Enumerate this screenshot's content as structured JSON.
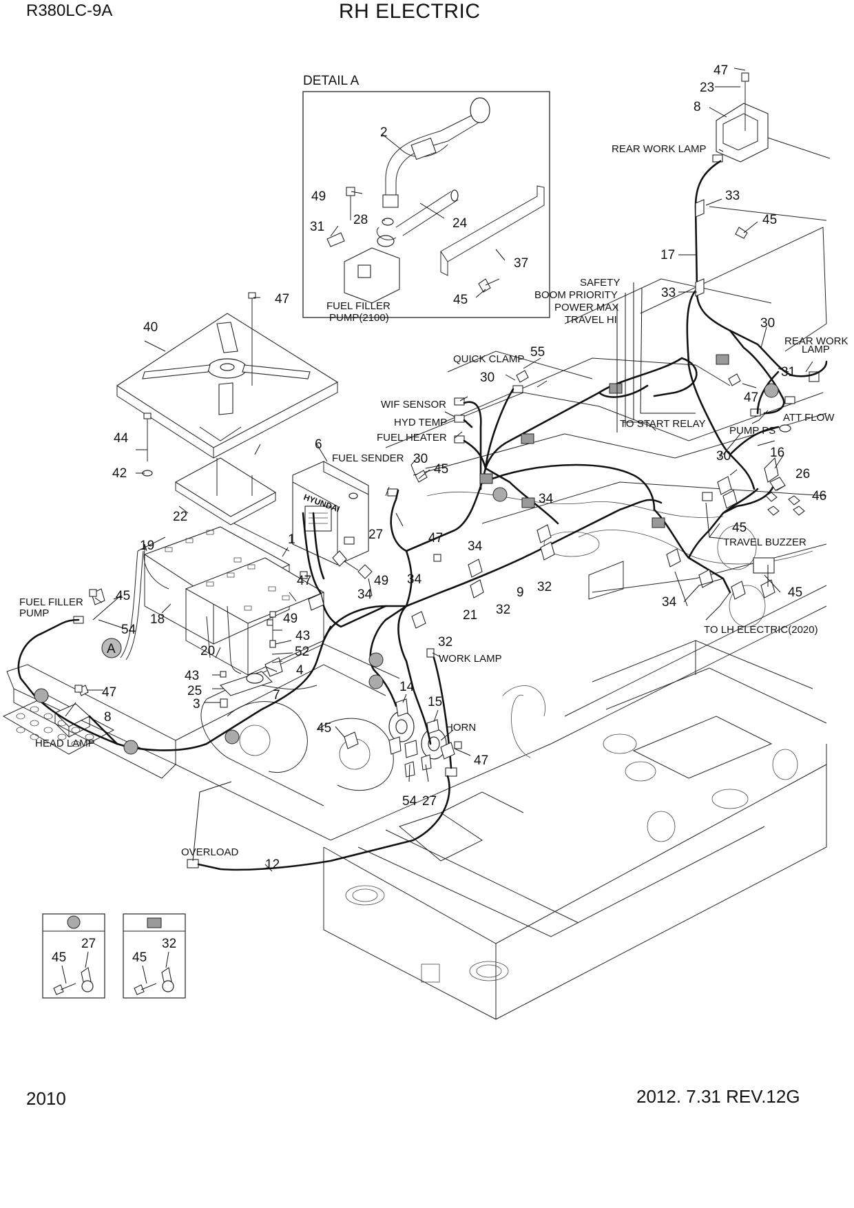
{
  "header": {
    "model": "R380LC-9A",
    "title": "RH ELECTRIC"
  },
  "footer": {
    "page_number": "2010",
    "revision": "2012. 7.31  REV.12G"
  },
  "detail_box": {
    "title": "DETAIL  A",
    "pump_label_1": "FUEL FILLER",
    "pump_label_2": "PUMP(2100)",
    "callouts": [
      "2",
      "49",
      "28",
      "24",
      "31",
      "37",
      "45"
    ]
  },
  "labels": {
    "rear_work_lamp": "REAR WORK LAMP",
    "safety": "SAFETY",
    "boom_priority": "BOOM PRIORITY",
    "power_max": "POWER MAX",
    "travel_hi": "TRAVEL HI",
    "rear_work_lamp_2a": "REAR WORK",
    "rear_work_lamp_2b": "LAMP",
    "quick_clamp": "QUICK CLAMP",
    "wif_sensor": "WIF SENSOR",
    "hyd_temp": "HYD TEMP",
    "fuel_heater": "FUEL HEATER",
    "to_start_relay": "TO START RELAY",
    "att_flow": "ATT FLOW",
    "pump_ps": "PUMP PS",
    "fuel_sender": "FUEL SENDER",
    "travel_buzzer": "TRAVEL BUZZER",
    "to_lh_electric": "TO LH ELECTRIC(2020)",
    "fuel_filler_pump_a": "FUEL FILLER",
    "fuel_filler_pump_b": "PUMP",
    "work_lamp": "WORK LAMP",
    "horn": "HORN",
    "head_lamp": "HEAD LAMP",
    "overload": "OVERLOAD",
    "detail_ref": "A"
  },
  "callouts": {
    "c47a": "47",
    "c23": "23",
    "c8a": "8",
    "c33a": "33",
    "c45a": "45",
    "c17": "17",
    "c33b": "33",
    "c30a": "30",
    "c31a": "31",
    "c47b": "47",
    "c47c": "47",
    "c40": "40",
    "c55": "55",
    "c30b": "30",
    "c44": "44",
    "c42": "42",
    "c22": "22",
    "c6": "6",
    "c30c": "30",
    "c45b": "45",
    "c16": "16",
    "c30d": "30",
    "c26": "26",
    "c46": "46",
    "c34a": "34",
    "c45c": "45",
    "c27a": "27",
    "c19": "19",
    "c1": "1",
    "c47d": "47",
    "c49a": "49",
    "c34b": "34",
    "c34c": "34",
    "c32a": "32",
    "c9": "9",
    "c47e": "47",
    "c34d": "34",
    "c32b": "32",
    "c21": "21",
    "c34e": "34",
    "c45d": "45",
    "c45e": "45",
    "c18": "18",
    "c54a": "54",
    "c49b": "49",
    "c43a": "43",
    "c52": "52",
    "c20": "20",
    "c4": "4",
    "c32c": "32",
    "c43b": "43",
    "c25": "25",
    "c7": "7",
    "c3": "3",
    "c47f": "47",
    "c8b": "8",
    "c14": "14",
    "c15": "15",
    "c45f": "45",
    "c47g": "47",
    "c54b": "54",
    "c27b": "27",
    "c12": "12"
  },
  "legend": [
    {
      "symbol": "circle",
      "items": [
        "45",
        "27"
      ]
    },
    {
      "symbol": "square",
      "items": [
        "45",
        "32"
      ]
    }
  ],
  "brand": "HYUNDAI"
}
